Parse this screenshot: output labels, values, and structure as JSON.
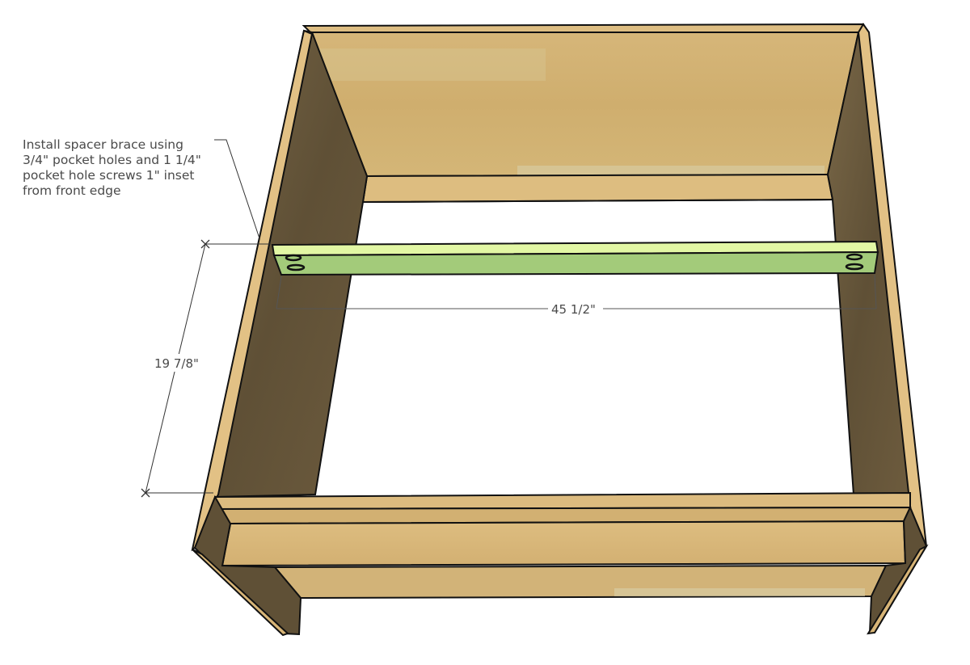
{
  "diagram": {
    "subject": "Open-top cabinet/bench carcass with green spacer brace",
    "annotation": {
      "lines": [
        "Install spacer brace using",
        "3/4\" pocket holes and 1 1/4\"",
        "pocket hole screws 1\" inset",
        "from front edge"
      ]
    },
    "dimensions": {
      "depth": "19 7/8\"",
      "width": "45 1/2\""
    },
    "colors": {
      "background": "#ffffff",
      "wood_light": "#d9b877",
      "wood_mid": "#c9a565",
      "wood_dark_side": "#6b5a3e",
      "wood_edge": "#e4c48a",
      "brace_top": "#e2f7a4",
      "brace_face": "#a3cb7a",
      "outline": "#111111",
      "dim_line": "#555555",
      "text": "#4a4a4a"
    }
  }
}
